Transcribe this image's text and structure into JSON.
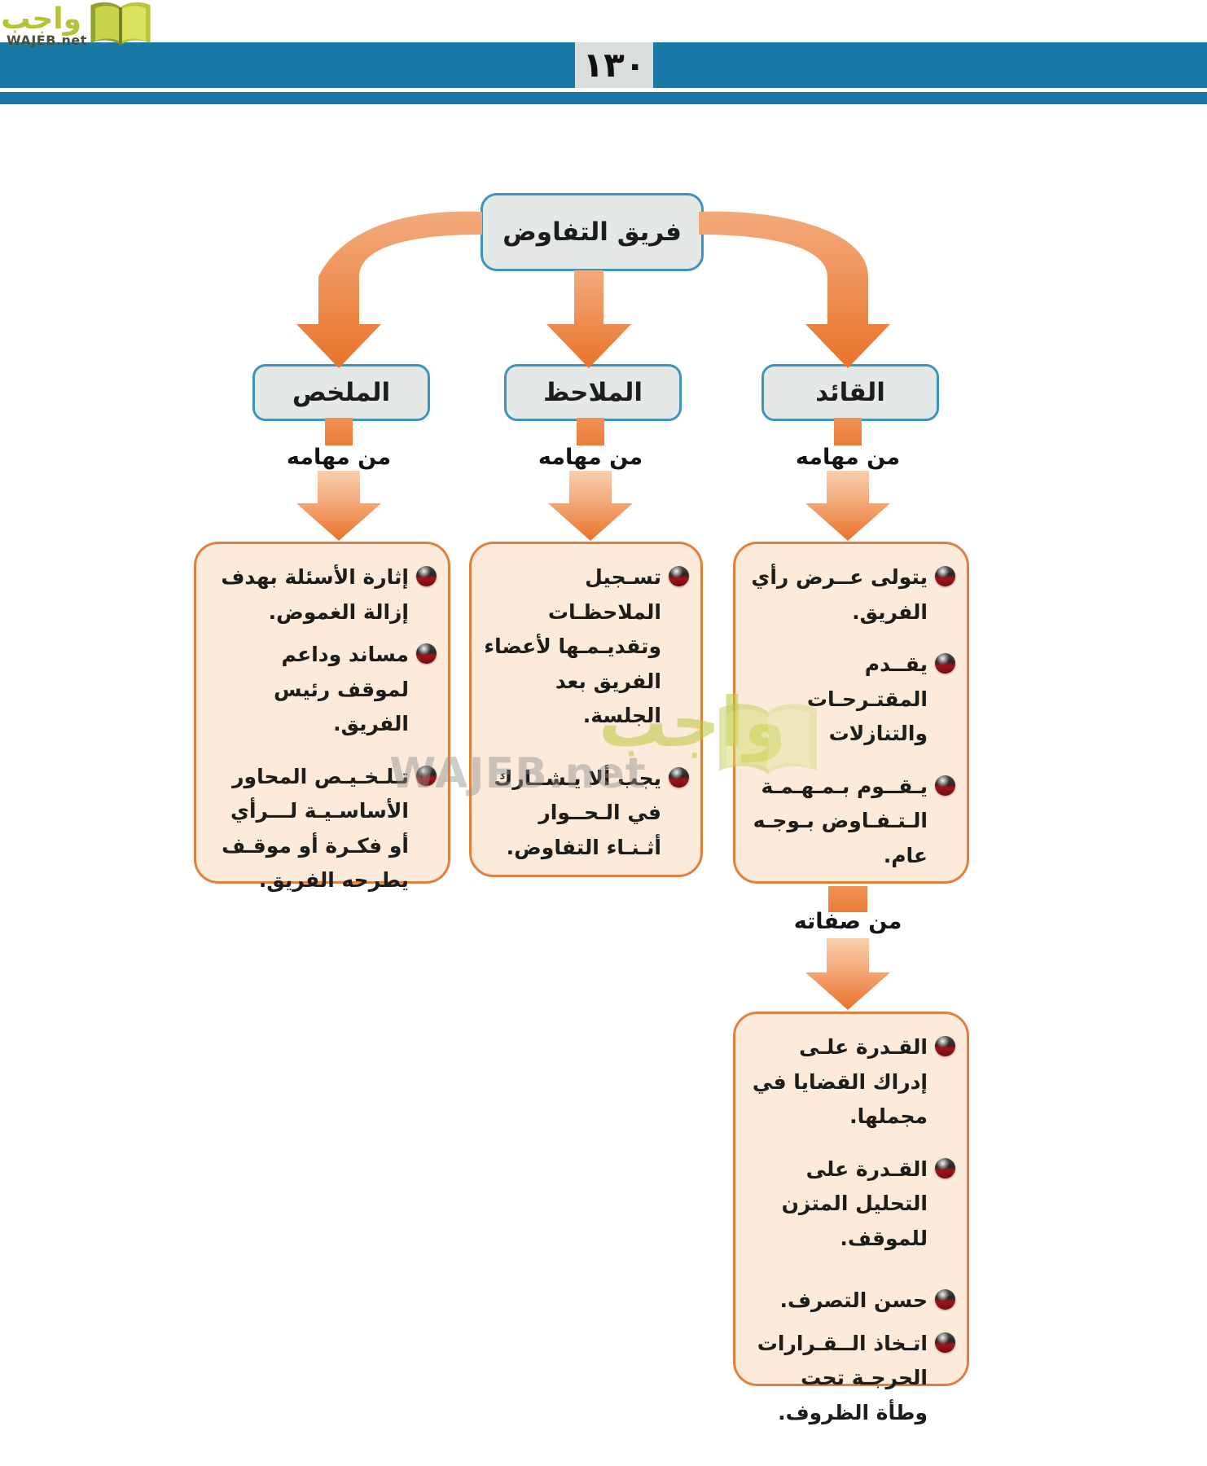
{
  "header": {
    "page_number": "١٣٠"
  },
  "logo": {
    "arabic": "واجب",
    "latin": "WAJEB.net"
  },
  "watermark": {
    "arabic": "واجب",
    "latin": "WAJEB.net"
  },
  "colors": {
    "header_blue": "#1878a6",
    "node_border_blue": "#3e94bb",
    "node_fill": "#e4e8e7",
    "content_fill": "#fcebdb",
    "content_border": "#df8040",
    "arrow_dark": "#e87329",
    "arrow_light": "#f9cfae",
    "bullet_red": "#a11318"
  },
  "root": {
    "label": "فريق التفاوض"
  },
  "branches": {
    "summarizer": {
      "title": "الملخص",
      "section_label": "من مهامه",
      "items": [
        "إثارة الأسئلة بهدف إزالة الغموض.",
        "مساند وداعم لموقف رئيس الفريق.",
        "تـلـخـيـص المحاور الأساسـيـة لـــرأي أو فكـرة أو موقـف يطرحه الفريق."
      ]
    },
    "observer": {
      "title": "الملاحظ",
      "section_label": "من مهامه",
      "items": [
        "تسـجيل الملاحظـات وتقديـمـها لأعضاء الفريق بعد الجلسة.",
        "يجب ألا يـشــارك في الـحــوار أثـنـاء التفاوض."
      ]
    },
    "leader": {
      "title": "القائد",
      "section_label": "من مهامه",
      "items": [
        "يتولى عــرض رأي الفريق.",
        "يقــدم المقتـرحـات والتنازلات",
        "يـقــوم بـمـهـمـة الـتـفـاوض بـوجـه عام."
      ],
      "qualities_label": "من صفاته",
      "qualities": [
        "القـدرة علـى إدراك القضايا في مجملها.",
        "القـدرة على التحليل المتزن للموقف.",
        "حسن التصرف.",
        "اتـخاذ الــقـرارات الحرجـة تحت وطأة الظروف."
      ]
    }
  }
}
